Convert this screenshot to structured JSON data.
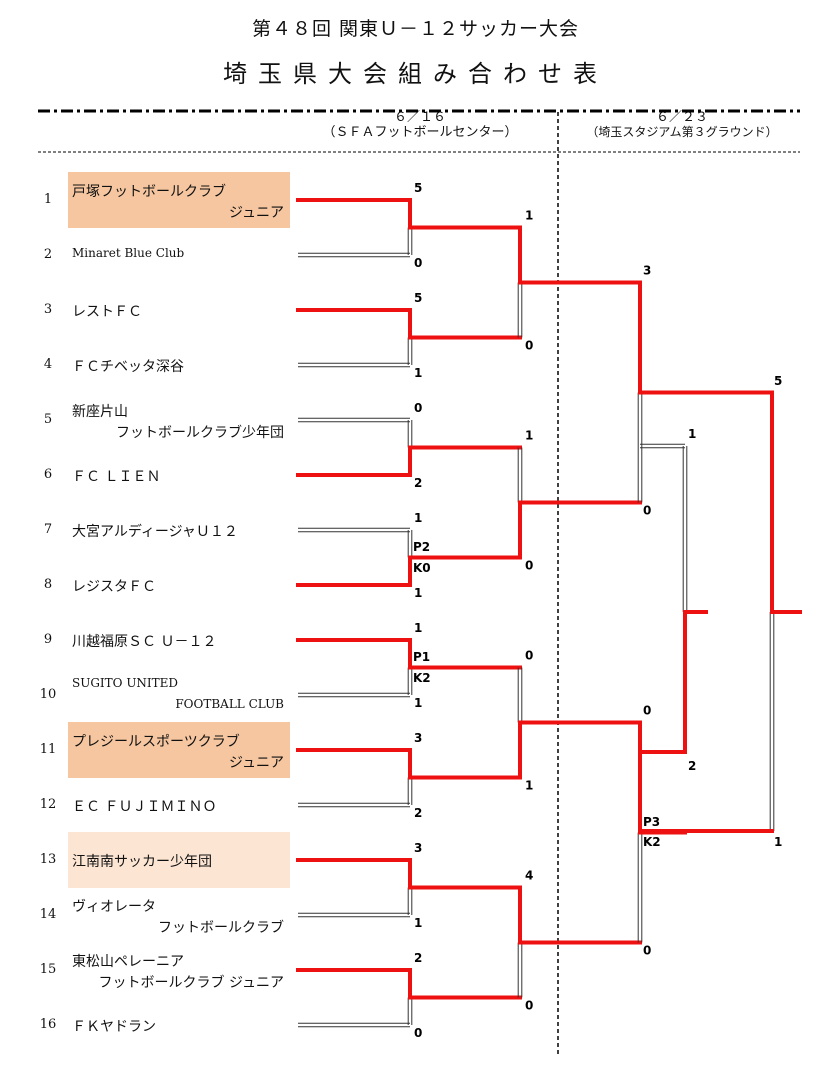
{
  "title": "第４８回 関東Ｕ－１２サッカー大会",
  "subtitle": "埼玉県大会組み合わせ表",
  "round1": {
    "date": "６／１６",
    "venue": "（ＳＦＡフットボールセンター）"
  },
  "round2": {
    "date": "６／２３",
    "venue": "（埼玉スタジアム第３グラウンド）"
  },
  "teams": [
    {
      "no": "1",
      "line1": "戸塚フットボールクラブ",
      "line2": "ジュニア",
      "highlight": "winner"
    },
    {
      "no": "2",
      "line1": "Minaret Blue Club",
      "line2": ""
    },
    {
      "no": "3",
      "line1": "レストＦＣ",
      "line2": ""
    },
    {
      "no": "4",
      "line1": "ＦＣチベッタ深谷",
      "line2": ""
    },
    {
      "no": "5",
      "line1": "新座片山",
      "line2": "フットボールクラブ少年団"
    },
    {
      "no": "6",
      "line1": "ＦＣ ＬＩＥＮ",
      "line2": ""
    },
    {
      "no": "7",
      "line1": "大宮アルディージャＵ１２",
      "line2": ""
    },
    {
      "no": "8",
      "line1": "レジスタＦＣ",
      "line2": ""
    },
    {
      "no": "9",
      "line1": "川越福原ＳＣ Ｕ－１２",
      "line2": ""
    },
    {
      "no": "10",
      "line1": "SUGITO UNITED",
      "line2": "FOOTBALL CLUB"
    },
    {
      "no": "11",
      "line1": "プレジールスポーツクラブ",
      "line2": "ジュニア",
      "highlight": "winner"
    },
    {
      "no": "12",
      "line1": "ＥＣ ＦＵＪＩＭＩＮＯ",
      "line2": ""
    },
    {
      "no": "13",
      "line1": "江南南サッカー少年団",
      "line2": "",
      "highlight": "light"
    },
    {
      "no": "14",
      "line1": "ヴィオレータ",
      "line2": "フットボールクラブ"
    },
    {
      "no": "15",
      "line1": "東松山ペレーニア",
      "line2": "フットボールクラブ ジュニア"
    },
    {
      "no": "16",
      "line1": "ＦＫヤドラン",
      "line2": ""
    }
  ],
  "scores": {
    "r1": [
      [
        "5",
        "0"
      ],
      [
        "5",
        "1"
      ],
      [
        "0",
        "2"
      ],
      [
        "1",
        "1"
      ],
      [
        "1",
        "1"
      ],
      [
        "3",
        "2"
      ],
      [
        "3",
        "1"
      ],
      [
        "2",
        "0"
      ]
    ],
    "r1_pk": [
      null,
      null,
      null,
      [
        "P2",
        "K0"
      ],
      [
        "P1",
        "K2"
      ],
      null,
      null,
      null
    ],
    "r2": [
      [
        "1",
        "0"
      ],
      [
        "1",
        "0"
      ],
      [
        "0",
        "1"
      ],
      [
        "4",
        "0"
      ]
    ],
    "r3": [
      [
        "3",
        "0"
      ],
      [
        "0",
        "0"
      ]
    ],
    "r3_pk": [
      null,
      [
        "P3",
        "K2"
      ]
    ],
    "sf": [
      [
        "1",
        "2"
      ]
    ],
    "final": [
      [
        "5",
        "1"
      ]
    ]
  },
  "colors": {
    "win_line": "#ee1111",
    "lose_line": "#333333",
    "hl_winner": "#f5c6a0",
    "hl_light": "#fce5d3"
  }
}
